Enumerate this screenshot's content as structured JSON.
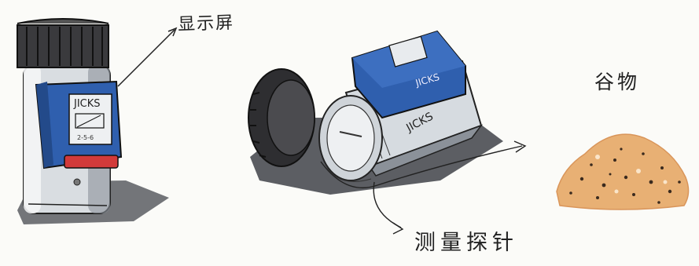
{
  "labels": {
    "display_screen": "显示屏",
    "probe": "测量探针",
    "grain": "谷物"
  },
  "device": {
    "brand_text": "JICKS",
    "display_text": "2-5-6"
  },
  "colors": {
    "body_grey": "#d6dbe0",
    "cap_dark": "#3a3a3d",
    "display_blue": "#2f5fae",
    "indicator_red": "#d23a3a",
    "grain_orange": "#e8b074",
    "ink": "#222222"
  }
}
